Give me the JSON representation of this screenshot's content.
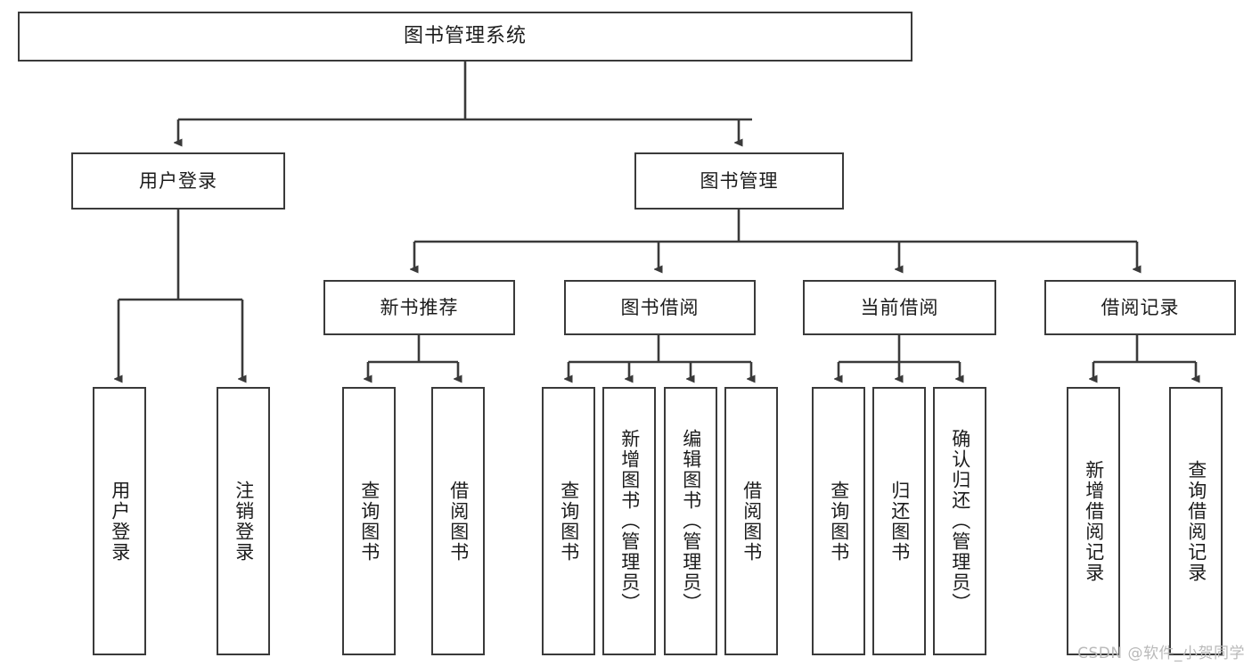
{
  "diagram": {
    "title": "图书管理系统",
    "type": "tree-hierarchy-chart",
    "watermark": "CSDN @软件_小贺同学",
    "colors": {
      "box_border": "#3a3a3a",
      "box_fill": "#ffffff",
      "edge": "#3a3a3a",
      "text": "#1c1c1c",
      "watermark": "#b9b9b9"
    },
    "nodes": {
      "root": {
        "label": "图书管理系统"
      },
      "level2": [
        {
          "id": "user-login",
          "label": "用户登录"
        },
        {
          "id": "book-manage",
          "label": "图书管理"
        }
      ],
      "level3": [
        {
          "id": "new-book-recommend",
          "label": "新书推荐"
        },
        {
          "id": "book-borrow",
          "label": "图书借阅"
        },
        {
          "id": "current-borrow",
          "label": "当前借阅"
        },
        {
          "id": "borrow-record",
          "label": "借阅记录"
        }
      ],
      "leaves": {
        "user-login": [
          {
            "id": "leaf-user-login",
            "label": "用户登录"
          },
          {
            "id": "leaf-logout-login",
            "label": "注销登录"
          }
        ],
        "new-book-recommend": [
          {
            "id": "leaf-query-book-1",
            "label": "查询图书"
          },
          {
            "id": "leaf-borrow-book-1",
            "label": "借阅图书"
          }
        ],
        "book-borrow": [
          {
            "id": "leaf-query-book-2",
            "label": "查询图书"
          },
          {
            "id": "leaf-add-book-admin",
            "label": "新增图书（管理员）"
          },
          {
            "id": "leaf-edit-book-admin",
            "label": "编辑图书（管理员）"
          },
          {
            "id": "leaf-borrow-book-2",
            "label": "借阅图书"
          }
        ],
        "current-borrow": [
          {
            "id": "leaf-query-book-3",
            "label": "查询图书"
          },
          {
            "id": "leaf-return-book",
            "label": "归还图书"
          },
          {
            "id": "leaf-confirm-return-admin",
            "label": "确认归还（管理员）"
          }
        ],
        "borrow-record": [
          {
            "id": "leaf-add-borrow-record",
            "label": "新增借阅记录"
          },
          {
            "id": "leaf-query-borrow-record",
            "label": "查询借阅记录"
          }
        ]
      }
    }
  }
}
